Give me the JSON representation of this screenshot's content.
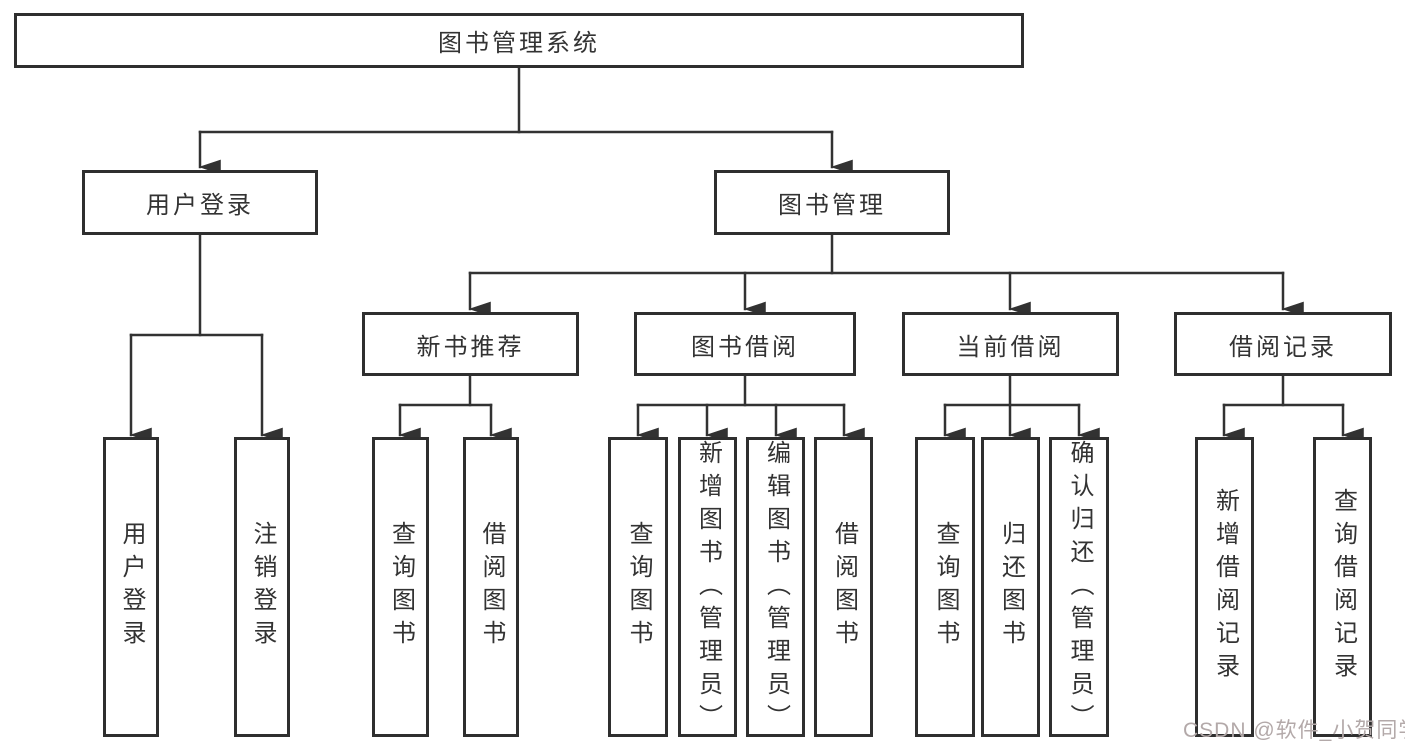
{
  "diagram": {
    "type": "hierarchy-tree",
    "background_color": "#ffffff",
    "line_color": "#323232",
    "box_border_color": "#2f2f2f",
    "text_color": "#333333"
  },
  "nodes": {
    "root": "图书管理系统",
    "tier1": [
      "用户登录",
      "图书管理"
    ],
    "tier2": [
      "新书推荐",
      "图书借阅",
      "当前借阅",
      "借阅记录"
    ],
    "leaves": [
      "用户登录",
      "注销登录",
      "查询图书",
      "借阅图书",
      "查询图书",
      "新增图书（管理员）",
      "编辑图书（管理员）",
      "借阅图书",
      "查询图书",
      "归还图书",
      "确认归还（管理员）",
      "新增借阅记录",
      "查询借阅记录"
    ]
  },
  "watermark": {
    "text": "CSDN @软件_小贺同学",
    "color": "#b3a9a9"
  }
}
